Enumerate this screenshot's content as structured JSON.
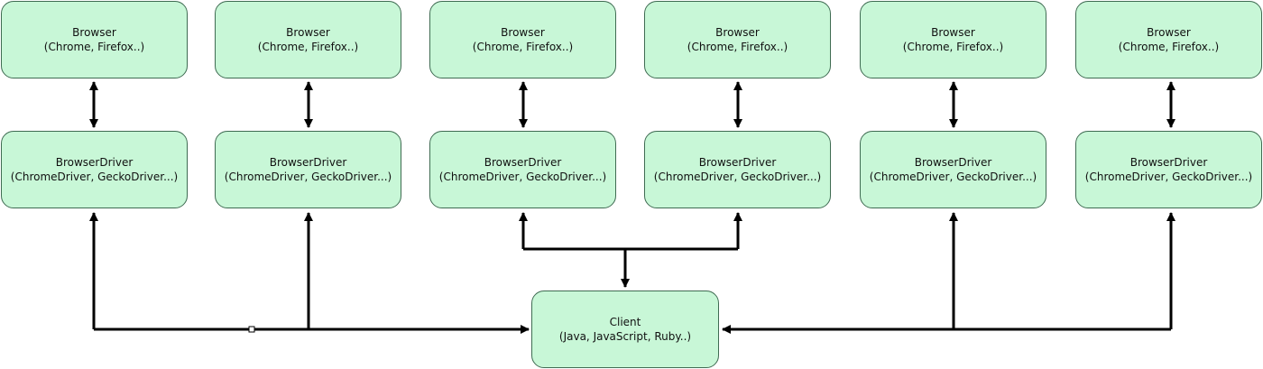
{
  "browsers": [
    {
      "line1": "Browser",
      "line2": "(Chrome, Firefox..)"
    },
    {
      "line1": "Browser",
      "line2": "(Chrome, Firefox..)"
    },
    {
      "line1": "Browser",
      "line2": "(Chrome, Firefox..)"
    },
    {
      "line1": "Browser",
      "line2": "(Chrome, Firefox..)"
    },
    {
      "line1": "Browser",
      "line2": "(Chrome, Firefox..)"
    },
    {
      "line1": "Browser",
      "line2": "(Chrome, Firefox..)"
    }
  ],
  "drivers": [
    {
      "line1": "BrowserDriver",
      "line2": "(ChromeDriver, GeckoDriver...)"
    },
    {
      "line1": "BrowserDriver",
      "line2": "(ChromeDriver, GeckoDriver...)"
    },
    {
      "line1": "BrowserDriver",
      "line2": "(ChromeDriver, GeckoDriver...)"
    },
    {
      "line1": "BrowserDriver",
      "line2": "(ChromeDriver, GeckoDriver...)"
    },
    {
      "line1": "BrowserDriver",
      "line2": "(ChromeDriver, GeckoDriver...)"
    },
    {
      "line1": "BrowserDriver",
      "line2": "(ChromeDriver, GeckoDriver...)"
    }
  ],
  "client": {
    "line1": "Client",
    "line2": "(Java, JavaScript, Ruby..)"
  },
  "colors": {
    "node_fill": "#c8f7d7",
    "node_border": "#3f6b52",
    "connector": "#000000"
  }
}
